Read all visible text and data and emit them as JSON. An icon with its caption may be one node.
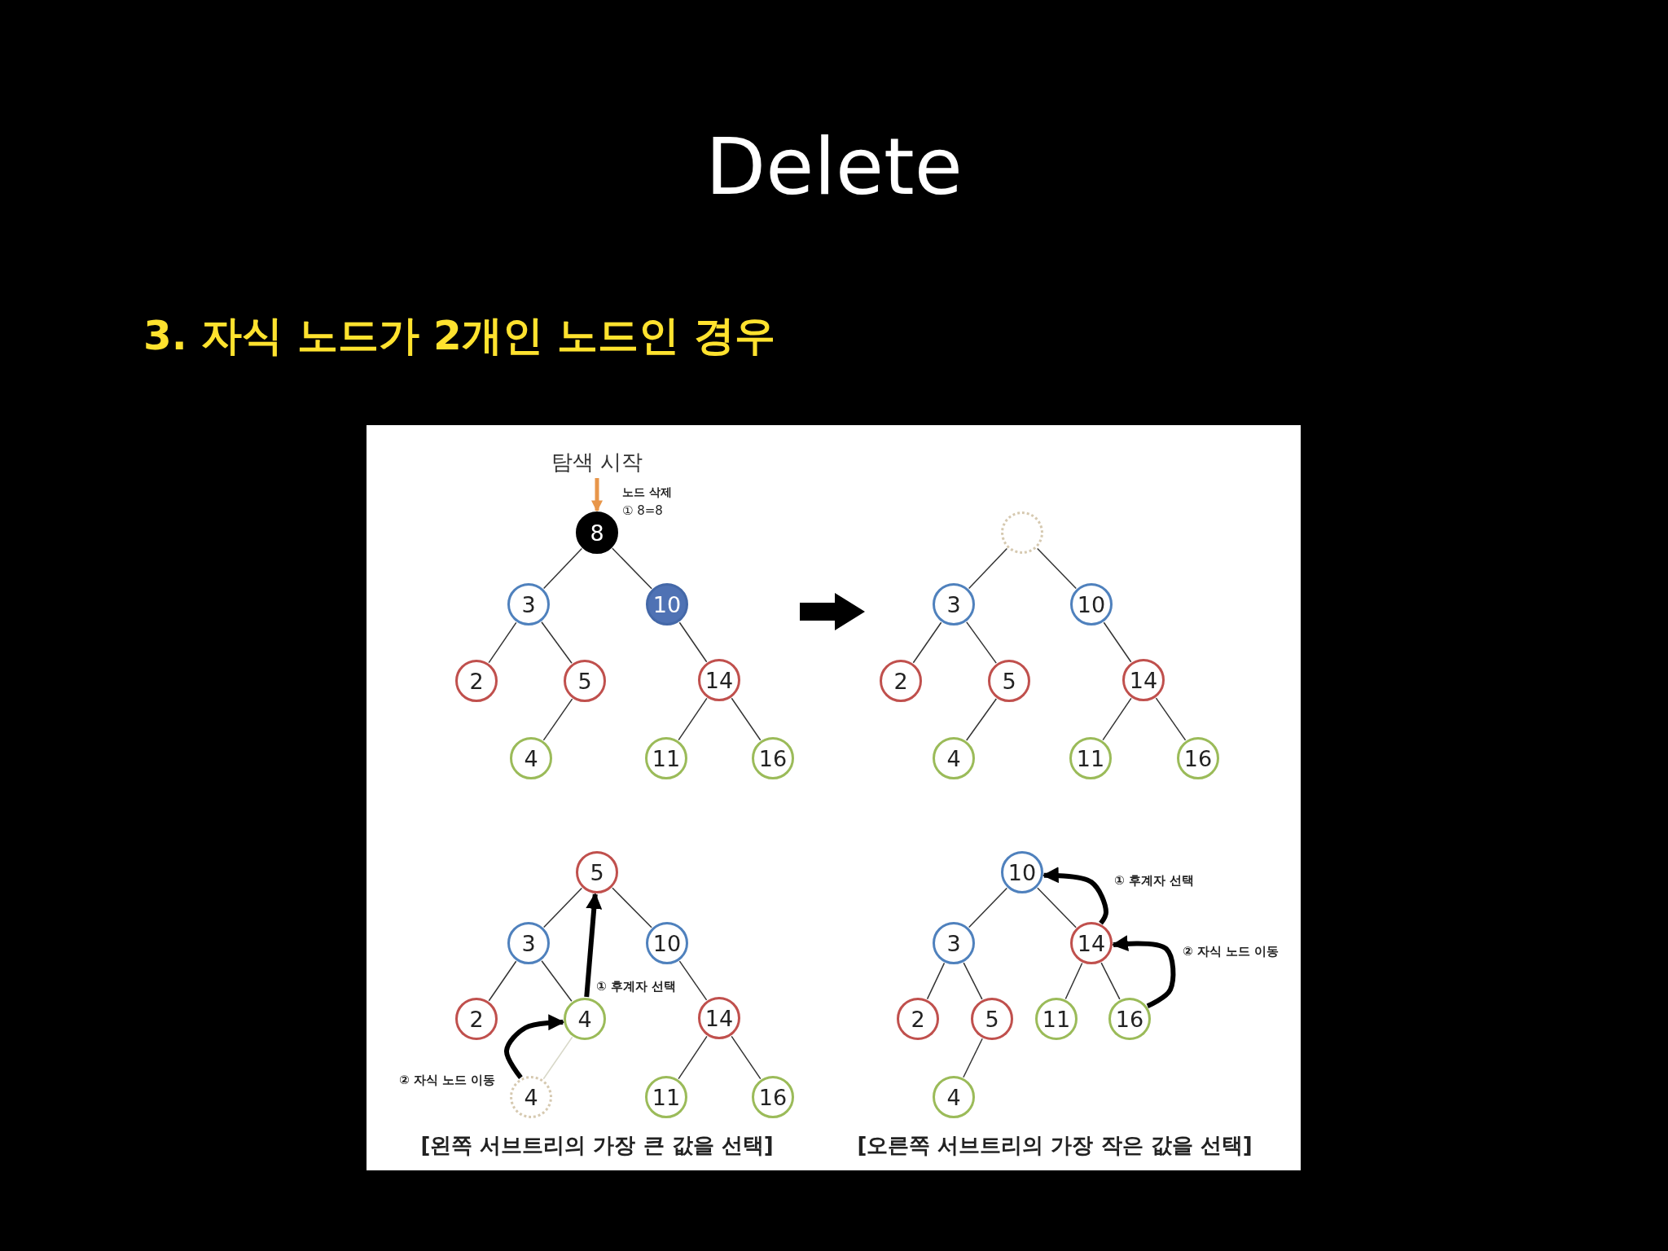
{
  "diagram": {
    "title": "Delete",
    "nodes": [
      {
        "text": [
          "탐색 시작"
        ]
      },
      {
        "text": [
          "8"
        ]
      },
      {
        "text": [
          "3"
        ]
      },
      {
        "text": [
          "10"
        ]
      },
      {
        "text": [
          "2"
        ]
      },
      {
        "text": [
          "5"
        ]
      },
      {
        "text": [
          "14"
        ]
      },
      {
        "text": [
          "4"
        ]
      },
      {
        "text": [
          "11"
        ]
      },
      {
        "text": [
          "16"
        ]
      },
      {
        "text": [],
        "shape": "circle"
      },
      {
        "text": [
          "3"
        ]
      },
      {
        "text": [
          "10"
        ]
      },
      {
        "text": [
          "2"
        ]
      },
      {
        "text": [
          "5"
        ]
      },
      {
        "text": [
          "14"
        ]
      },
      {
        "text": [
          "4"
        ]
      },
      {
        "text": [
          "11"
        ]
      },
      {
        "text": [
          "16"
        ]
      },
      {
        "text": [
          "5"
        ]
      },
      {
        "text": [
          "3"
        ]
      },
      {
        "text": [
          "10"
        ]
      },
      {
        "text": [
          "2"
        ]
      },
      {
        "text": [
          "4"
        ]
      },
      {
        "text": [
          "14"
        ]
      },
      {
        "text": [
          "4"
        ]
      },
      {
        "text": [
          "11"
        ]
      },
      {
        "text": [
          "16"
        ]
      },
      {
        "text": [
          "10"
        ]
      },
      {
        "text": [
          "3"
        ]
      },
      {
        "text": [
          "14"
        ]
      },
      {
        "text": [
          "2"
        ]
      },
      {
        "text": [
          "5"
        ]
      },
      {
        "text": [
          "11"
        ]
      },
      {
        "text": [
          "16"
        ]
      },
      {
        "text": [
          "4"
        ]
      }
    ],
    "edges": [
      {
        "from": 0,
        "to": 1,
        "arrow": "to",
        "style": "thick",
        "color": "#e8964a"
      },
      {
        "from": 1,
        "to": 2,
        "arrow": "none"
      },
      {
        "from": 1,
        "to": 3,
        "arrow": "none"
      },
      {
        "from": 2,
        "to": 4,
        "arrow": "none"
      },
      {
        "from": 2,
        "to": 5,
        "arrow": "none"
      },
      {
        "from": 5,
        "to": 7,
        "arrow": "none"
      },
      {
        "from": 3,
        "to": 6,
        "arrow": "none"
      },
      {
        "from": 6,
        "to": 8,
        "arrow": "none"
      },
      {
        "from": 6,
        "to": 9,
        "arrow": "none"
      },
      {
        "from": 10,
        "to": 11,
        "arrow": "none"
      },
      {
        "from": 10,
        "to": 12,
        "arrow": "none"
      },
      {
        "from": 11,
        "to": 13,
        "arrow": "none"
      },
      {
        "from": 11,
        "to": 14,
        "arrow": "none"
      },
      {
        "from": 14,
        "to": 16,
        "arrow": "none"
      },
      {
        "from": 12,
        "to": 15,
        "arrow": "none"
      },
      {
        "from": 15,
        "to": 17,
        "arrow": "none"
      },
      {
        "from": 15,
        "to": 18,
        "arrow": "none"
      },
      {
        "from": 19,
        "to": 20,
        "arrow": "none"
      },
      {
        "from": 19,
        "to": 21,
        "arrow": "none"
      },
      {
        "from": 20,
        "to": 22,
        "arrow": "none"
      },
      {
        "from": 20,
        "to": 23,
        "arrow": "none"
      },
      {
        "from": 23,
        "to": 25,
        "arrow": "none",
        "color": "#d8d8c8"
      },
      {
        "from": 21,
        "to": 24,
        "arrow": "none"
      },
      {
        "from": 24,
        "to": 26,
        "arrow": "none"
      },
      {
        "from": 24,
        "to": 27,
        "arrow": "none"
      },
      {
        "from": 23,
        "to": 19,
        "arrow": "to",
        "style": "thick",
        "label": "① 후계자 선택"
      },
      {
        "from": 25,
        "to": 23,
        "arrow": "to",
        "style": "thick",
        "label": "② 자식 노드 이동"
      },
      {
        "from": 28,
        "to": 29,
        "arrow": "none"
      },
      {
        "from": 28,
        "to": 30,
        "arrow": "none"
      },
      {
        "from": 29,
        "to": 31,
        "arrow": "none"
      },
      {
        "from": 29,
        "to": 32,
        "arrow": "none"
      },
      {
        "from": 32,
        "to": 35,
        "arrow": "none"
      },
      {
        "from": 30,
        "to": 33,
        "arrow": "none"
      },
      {
        "from": 30,
        "to": 34,
        "arrow": "none"
      },
      {
        "from": 30,
        "to": 28,
        "arrow": "to",
        "style": "thick",
        "label": "① 후계자 선택"
      },
      {
        "from": 34,
        "to": 30,
        "arrow": "to",
        "style": "thick",
        "label": "② 자식 노드 이동"
      }
    ],
    "labels": [
      "3. 자식 노드가 2개인 노드인 경우",
      "노드 삭제",
      "① 8=8",
      "[왼쪽 서브트리의 가장 큰 값을 선택]",
      "[오른쪽 서브트리의 가장 작은 값을 선택]"
    ]
  }
}
